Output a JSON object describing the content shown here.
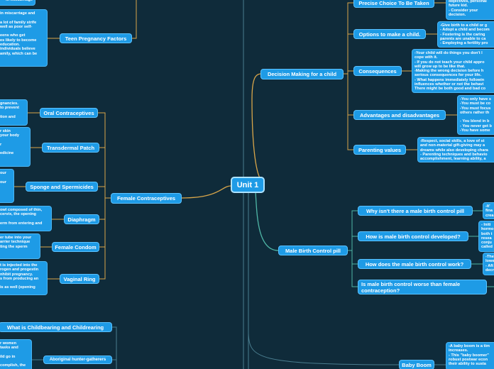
{
  "root": {
    "label": "Unit 1"
  },
  "right_branches": {
    "decision": {
      "label": "Decision Making for a child",
      "children": [
        {
          "label": "Precise Choice To Be Taken",
          "note": "objectives, personal\nfuture kid.\n- Consider your\ndecision."
        },
        {
          "label": "Options to make a child.",
          "note": "-Give birth to a child or g\n- Adopt a child and becom\n- Fostering is the caring\nparents are unable to ca\n- Employing a fertility pro"
        },
        {
          "label": "Consequences",
          "note": "-Your child will do things you don't l\ncope with it.\n- If you do not teach your child appro\nwill grow up to be like that.\n-Making the wrong decision before h\nserious consequences for your life.\n- What happens immediately followin\ninfluences whether or not the behavi\nThere might be both good and bad co"
        },
        {
          "label": "Advantages and disadvantages",
          "note": "-You only have s\n-You must be co\n-You must focus\nothers rather th\n\n- You blend in b\n- You never get b\n-You have some"
        },
        {
          "label": "Parenting values",
          "note": "-Respect, social skills, a love of st\nand non-material gift-giving may a\ndreams while also developing chara\n- Parenting techniques and behavio\naccomplishment, learning ability, a"
        }
      ]
    },
    "male": {
      "label": "Male Birth Control pill",
      "children": [
        {
          "label": "Why isn't there a male birth control pill",
          "note": "-It'\nfina\ncrea"
        },
        {
          "label": "How is male birth control developed?",
          "note": "- Initi\nhormo\nboth t\nresea\nconju\ncalled"
        },
        {
          "label": "How does the male birth control work?",
          "note": "-The\nlowe\n- Aft\ndecre"
        },
        {
          "label": "Is male birth control worse than female contraception?",
          "note": ""
        }
      ]
    },
    "baby_boom": {
      "label": "Baby Boom",
      "note": "-A baby boom is a tim\nincreases.\n- This \"baby boomer\"\nrobust postwar econ\ntheir ability to susta"
    }
  },
  "left_branches": {
    "teen": {
      "label": "Teen Pregnancy Factors",
      "note_top": "in miscarriage",
      "note": "in miscarriage and\n\na lot of family strife\nwell as poor self-\n\neens who get\nes likely to become\neducation.\nindividuals believe\namily, which can be"
    },
    "female": {
      "label": "Female Contraceptives",
      "children": [
        {
          "label": "Oral Contraceptives",
          "note": "gnancies.\nto prevent\n\ntion and"
        },
        {
          "label": "Transdermal Patch",
          "note": "r skin\nyour body\n\nr\n\nedicine"
        },
        {
          "label": "Sponge and Spermicides",
          "note": "our\n\nour"
        },
        {
          "label": "Diaphragm",
          "note": "owl composed of thin,\ncervix, the opening\n\nerm from entering and"
        },
        {
          "label": "Female Condom",
          "note": "er tube into your\narrier technique\nting the sperm"
        },
        {
          "label": "Vaginal Ring",
          "note": "t is injected into the\nrogen and progestin\nnhibit pregnancy.\ns from producing an\n\nis as well (opening"
        }
      ]
    },
    "childbearing": {
      "label": "What is Childbearing and Childrearing",
      "children": [
        {
          "label": "Aboriginal hunter-gatherers",
          "note": "r women\ntasks and\n\nild go in\n\ncomplish, the"
        }
      ]
    }
  },
  "colors": {
    "background": "#0f2b3a",
    "node": "#1e9be6",
    "line_orange": "#d9a64a",
    "line_teal": "#4fb7a7",
    "line_dark": "#4a7d8f"
  }
}
